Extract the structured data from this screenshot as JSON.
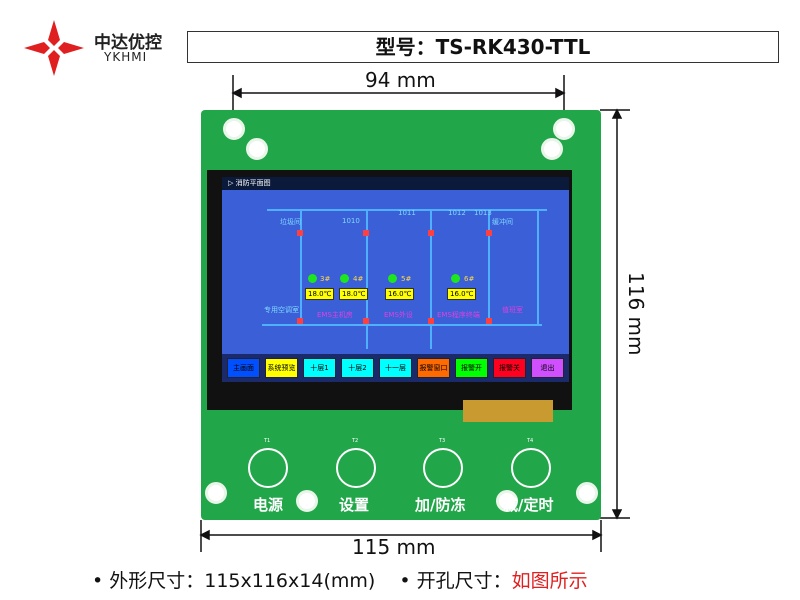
{
  "brand": {
    "name_cn": "中达优控",
    "name_en": "YKHMI",
    "logo_color": "#e02020"
  },
  "model": "型号：TS-RK430-TTL",
  "dimensions": {
    "width_top": "94 mm",
    "height": "116 mm",
    "width_bottom": "115 mm"
  },
  "screen": {
    "title": "▷ 消防平面图",
    "rooms": [
      "垃圾间",
      "1010",
      "1011",
      "1012",
      "1013",
      "缓冲间",
      "专用空调室",
      "EMS主机房",
      "EMS外设",
      "EMS程序终端",
      "值班室"
    ],
    "sensors": [
      {
        "id": "3#",
        "temp": "18.0℃"
      },
      {
        "id": "4#",
        "temp": "18.0℃"
      },
      {
        "id": "5#",
        "temp": "16.0℃"
      },
      {
        "id": "6#",
        "temp": "16.0℃"
      }
    ],
    "buttons": [
      {
        "label": "主画面",
        "color": "#0050ff"
      },
      {
        "label": "系统预览",
        "color": "#ffff00"
      },
      {
        "label": "十层1",
        "color": "#00ffff"
      },
      {
        "label": "十层2",
        "color": "#00ffff"
      },
      {
        "label": "十一层",
        "color": "#00ffff"
      },
      {
        "label": "报警窗口",
        "color": "#ff6a00"
      },
      {
        "label": "报警开",
        "color": "#00ff00"
      },
      {
        "label": "报警关",
        "color": "#ff0020"
      },
      {
        "label": "退出",
        "color": "#d050ff"
      }
    ]
  },
  "keys": [
    {
      "tag": "T1",
      "label": "电源"
    },
    {
      "tag": "T2",
      "label": "设置"
    },
    {
      "tag": "T3",
      "label": "加/防冻"
    },
    {
      "tag": "T4",
      "label": "减/定时"
    }
  ],
  "spec": {
    "size_label": "• 外形尺寸：",
    "size_value": "115x116x14(mm)",
    "cutout_label": "• 开孔尺寸：",
    "cutout_value": "如图所示",
    "cutout_color": "#e02020"
  }
}
